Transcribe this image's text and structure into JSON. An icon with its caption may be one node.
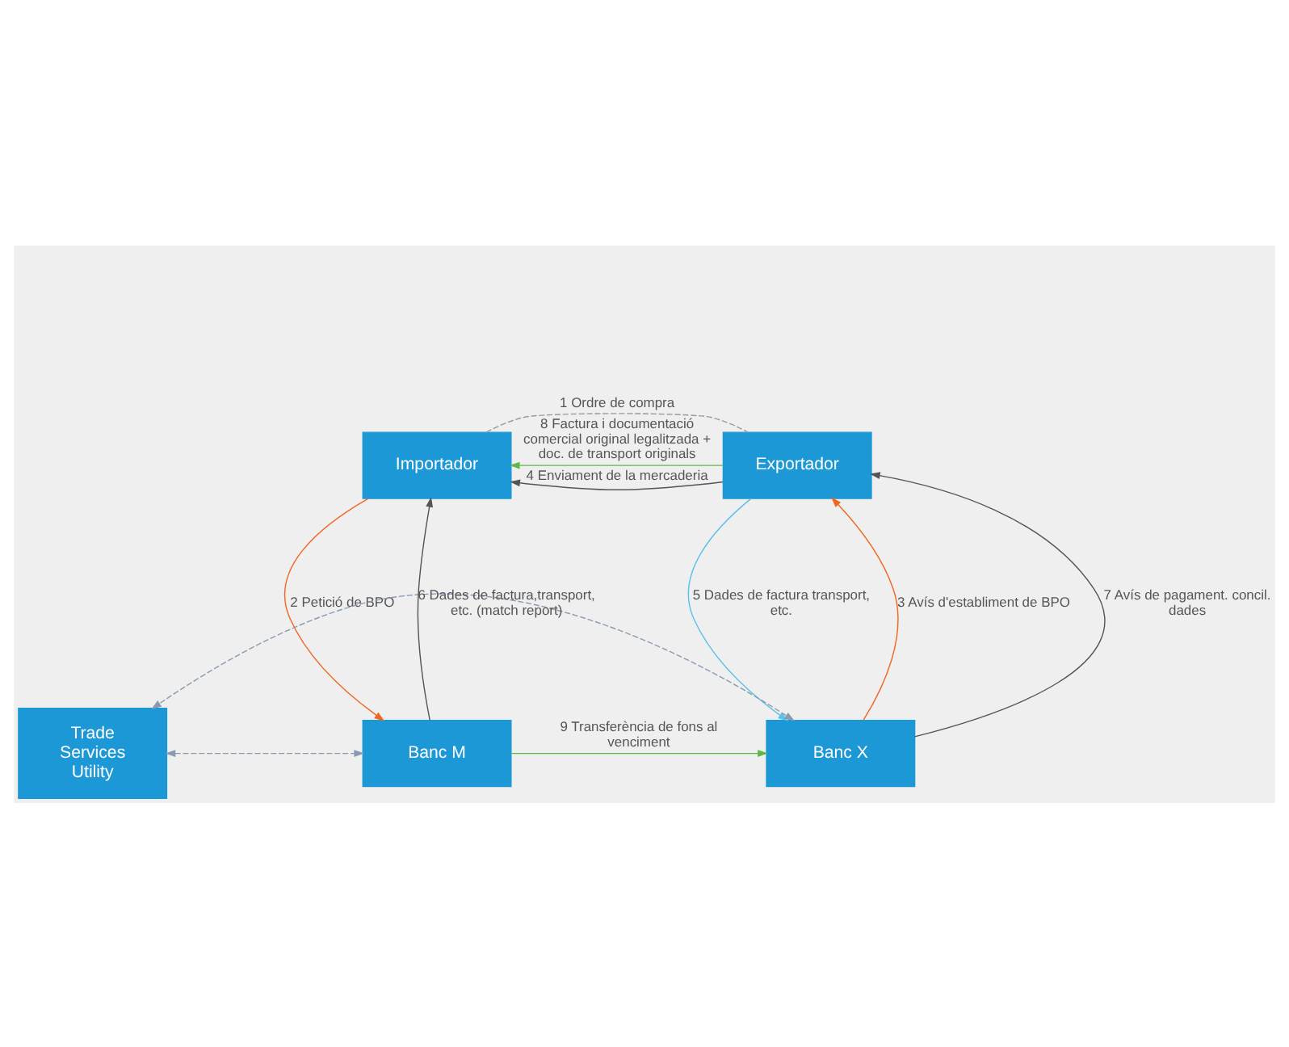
{
  "diagram": {
    "nodes": [
      {
        "text": [
          "Exportador"
        ]
      },
      {
        "text": [
          "Importador"
        ]
      },
      {
        "text": [
          "Banc X"
        ]
      },
      {
        "text": [
          "Trade Services Utility"
        ]
      },
      {
        "text": [
          "Banc M"
        ]
      }
    ],
    "edges": [
      {
        "from": 0,
        "to": 1,
        "arrow": "to",
        "label": "4 Enviament de la mercaderia"
      },
      {
        "from": 1,
        "to": 0,
        "arrow": "none",
        "label": "1 Ordre de compra",
        "style": "dashed",
        "color": "#9a9a9a"
      },
      {
        "from": 0,
        "to": 1,
        "arrow": "to",
        "label": "8 Factura i documentació comercial original legalitzada + doc. de transport originals",
        "color": "#5cb848"
      },
      {
        "from": 2,
        "to": 0,
        "arrow": "to",
        "label": "3 Avís d'establiment de BPO",
        "color": "#f26522"
      },
      {
        "from": 0,
        "to": 2,
        "arrow": "to",
        "label": "5 Dades de factura transport, etc.",
        "color": "#5bc0eb"
      },
      {
        "from": 2,
        "to": 0,
        "arrow": "to",
        "label": "7 Avís de pagament. concil. dades"
      },
      {
        "from": 4,
        "to": 1,
        "arrow": "to",
        "label": "6 Dades de factura,transport, etc. (match report)"
      },
      {
        "from": 1,
        "to": 4,
        "arrow": "to",
        "label": "2 Petició de BPO",
        "color": "#f26522"
      },
      {
        "from": 2,
        "to": 3,
        "arrow": "both",
        "style": "dashed",
        "color": "#8a9bb0"
      },
      {
        "from": 3,
        "to": 4,
        "arrow": "both",
        "style": "dashed",
        "color": "#8a9bb0"
      },
      {
        "from": 4,
        "to": 2,
        "arrow": "to",
        "label": "9 Transferència de fons al venciment",
        "color": "#5cb848"
      }
    ]
  }
}
